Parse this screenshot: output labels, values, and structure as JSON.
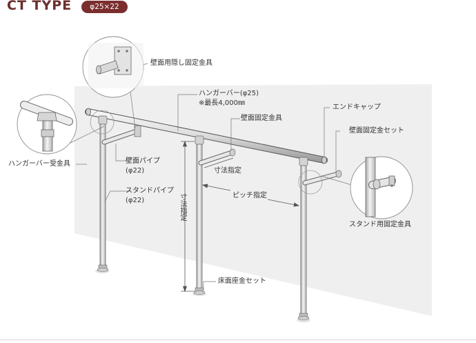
{
  "header": {
    "title": "CT TYPE",
    "badge": "φ25×22"
  },
  "labels": {
    "wall_hidden_bracket": "壁面用隠し固定金具",
    "hanger_bar_line1": "ハンガーバー(φ25)",
    "hanger_bar_line2": "※最長4,000㎜",
    "end_cap": "エンドキャップ",
    "wall_bracket": "壁面固定金具",
    "wall_bracket_set": "壁面固定金セット",
    "hanger_receiver": "ハンガーバー受金具",
    "wall_pipe_line1": "壁面パイプ",
    "wall_pipe_line2": "(φ22)",
    "dimension_spec": "寸法指定",
    "stand_pipe_line1": "スタンドパイプ",
    "stand_pipe_line2": "(φ22)",
    "dimension_vertical": "寸法指定",
    "pitch_spec": "ピッチ指定",
    "stand_bracket": "スタンド用固定金具",
    "floor_base_set": "床面座金セット"
  },
  "colors": {
    "accent": "#7b2e2e",
    "wall": "#efefef",
    "pipe": "#d9d9d9",
    "outline": "#555555"
  }
}
